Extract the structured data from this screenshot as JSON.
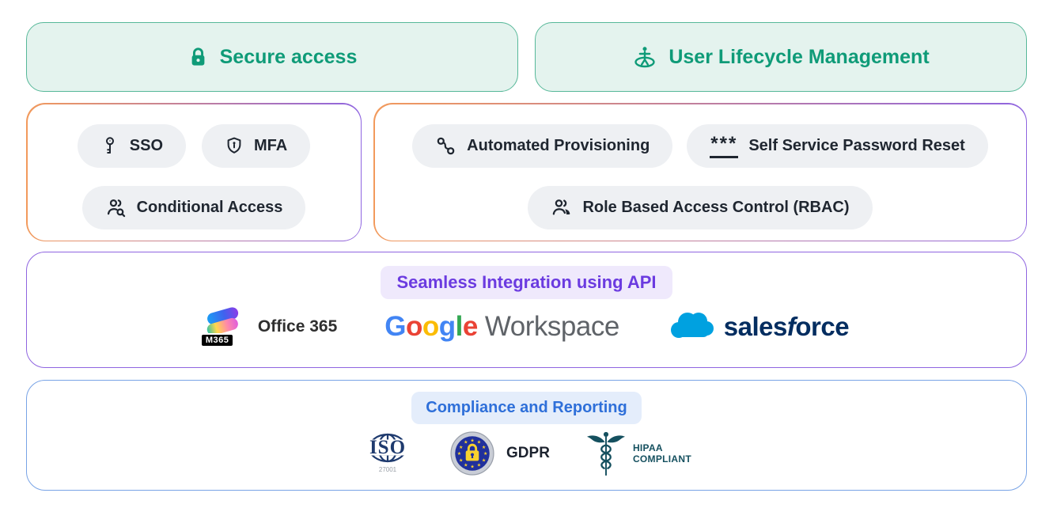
{
  "header_cards": [
    {
      "label": "Secure access",
      "icon": "lock-icon"
    },
    {
      "label": "User Lifecycle Management",
      "icon": "person-lifecycle-icon"
    }
  ],
  "secure": {
    "features": [
      {
        "label": "SSO",
        "icon": "key-icon"
      },
      {
        "label": "MFA",
        "icon": "shield-icon"
      },
      {
        "label": "Conditional Access",
        "icon": "user-search-icon"
      }
    ]
  },
  "lifecycle": {
    "features": [
      {
        "label": "Automated Provisioning",
        "icon": "workflow-icon"
      },
      {
        "label": "Self Service Password Reset",
        "icon": "asterisks-icon",
        "icon_text": "***"
      },
      {
        "label": "Role Based Access Control (RBAC)",
        "icon": "users-icon"
      }
    ]
  },
  "integration": {
    "badge": "Seamless Integration using API",
    "office": {
      "label": "Office 365",
      "badge": "M365"
    },
    "google": {
      "letters": [
        {
          "ch": "G",
          "color": "#4285F4"
        },
        {
          "ch": "o",
          "color": "#EA4335"
        },
        {
          "ch": "o",
          "color": "#FBBC05"
        },
        {
          "ch": "g",
          "color": "#4285F4"
        },
        {
          "ch": "l",
          "color": "#34A853"
        },
        {
          "ch": "e",
          "color": "#EA4335"
        }
      ],
      "word": "Workspace"
    },
    "salesforce": {
      "pre": "sales",
      "f": "f",
      "post": "orce"
    }
  },
  "compliance": {
    "badge": "Compliance and Reporting",
    "iso": {
      "label": "ISO",
      "sub": "27001"
    },
    "gdpr": {
      "label": "GDPR"
    },
    "hipaa": {
      "line1": "HIPAA",
      "line2": "COMPLIANT"
    }
  },
  "colors": {
    "green_text": "#0f9b78",
    "green_bg": "#e4f3ee",
    "green_border": "#57b899",
    "gradient_orange": "#f29a5c",
    "gradient_purple": "#8f65e0",
    "purple_text": "#6b3be0",
    "purple_bg": "#efe9fc",
    "purple_border": "#8f65e0",
    "blue_text": "#2e6fd9",
    "blue_bg": "#e4edfb",
    "blue_border": "#78a3e6",
    "pill_bg": "#eef0f3",
    "pill_text": "#1f2630",
    "google_gray": "#5f6368",
    "salesforce_cloud": "#00A1E0",
    "salesforce_text": "#032d60",
    "gdpr_blue": "#20309c",
    "gdpr_star": "#f8d12e",
    "iso_navy": "#1e3a6e",
    "hipaa_teal": "#15505f"
  }
}
